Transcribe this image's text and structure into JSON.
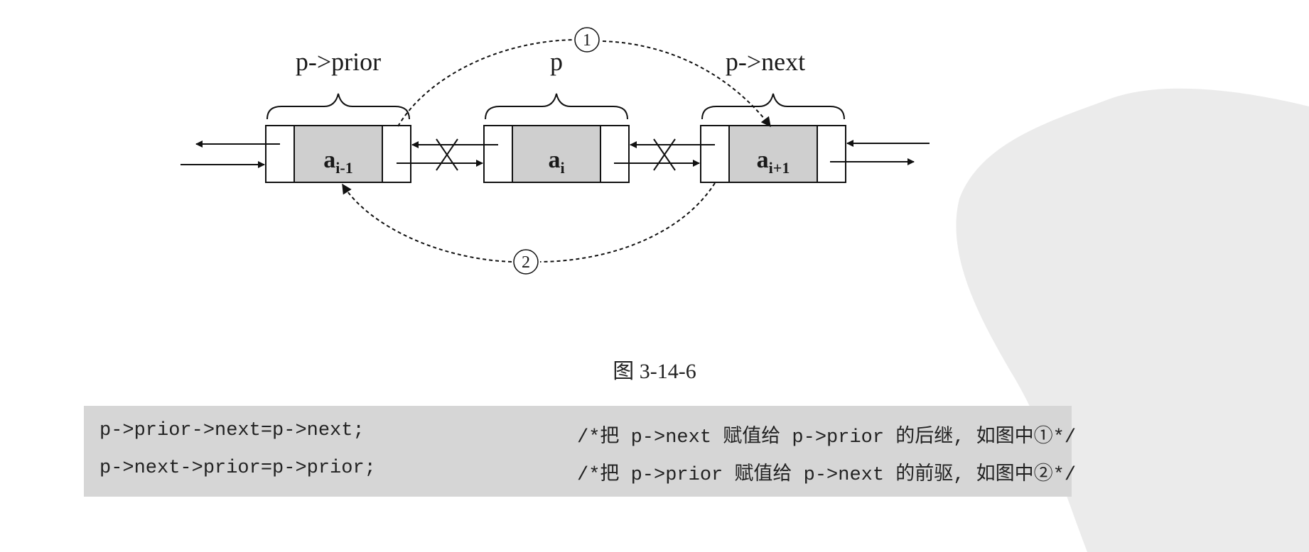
{
  "diagram": {
    "labels": {
      "prior": "p->prior",
      "current": "p",
      "next": "p->next"
    },
    "nodes": {
      "prior_sub": "i-1",
      "current_sub": "i",
      "next_sub": "i+1",
      "base": "a"
    },
    "markers": {
      "one": "①",
      "two": "②"
    }
  },
  "caption": "图 3-14-6",
  "code": [
    {
      "statement": "p->prior->next=p->next;",
      "comment": "/*把 p->next 赋值给 p->prior 的后继, 如图中①*/"
    },
    {
      "statement": "p->next->prior=p->prior;",
      "comment": "/*把 p->prior 赋值给 p->next 的前驱, 如图中②*/"
    }
  ]
}
